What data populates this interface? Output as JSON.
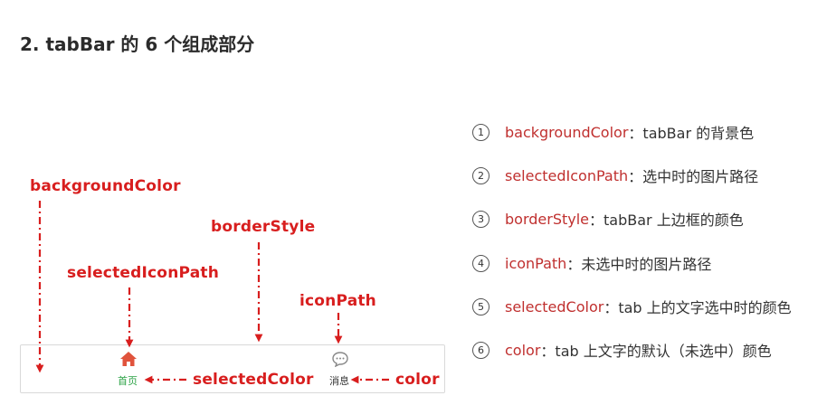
{
  "title": "2. tabBar 的 6 个组成部分",
  "annotations": {
    "background_color": "backgroundColor",
    "border_style": "borderStyle",
    "selected_icon_path": "selectedIconPath",
    "icon_path": "iconPath",
    "selected_color": "selectedColor",
    "color": "color"
  },
  "tabbar": {
    "home_label": "首页",
    "message_label": "消息",
    "selected_color": "#2ba245",
    "icon_color_selected": "#e0533c",
    "icon_color": "#888888"
  },
  "accent_color": "#d81e1e",
  "properties": [
    {
      "num": "1",
      "name": "backgroundColor",
      "desc": "tabBar 的背景色"
    },
    {
      "num": "2",
      "name": "selectedIconPath",
      "desc": "选中时的图片路径"
    },
    {
      "num": "3",
      "name": "borderStyle",
      "desc": "tabBar 上边框的颜色"
    },
    {
      "num": "4",
      "name": "iconPath",
      "desc": "未选中时的图片路径"
    },
    {
      "num": "5",
      "name": "selectedColor",
      "desc": "tab 上的文字选中时的颜色"
    },
    {
      "num": "6",
      "name": "color",
      "desc": "tab 上文字的默认（未选中）颜色"
    }
  ]
}
